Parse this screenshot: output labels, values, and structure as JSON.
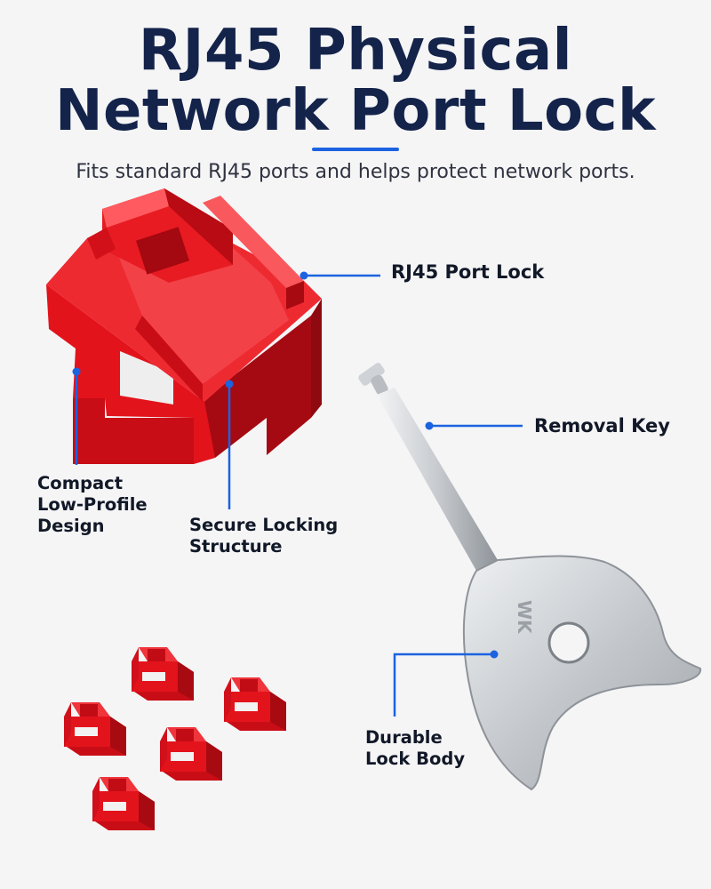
{
  "header": {
    "title_line1": "RJ45 Physical",
    "title_line2": "Network Port Lock",
    "subtitle": "Fits standard RJ45 ports and helps protect network ports."
  },
  "callouts": {
    "port_lock": "RJ45 Port Lock",
    "removal_key": "Removal Key",
    "compact": "Compact\nLow-Profile\nDesign",
    "secure": "Secure Locking\nStructure",
    "durable": "Durable\nLock Body"
  },
  "key": {
    "engraving": "WK"
  },
  "colors": {
    "title": "#14234a",
    "accent": "#1b63e0",
    "lock_red": "#e3131c",
    "key_silver": "#c9ccd0",
    "background": "#f5f5f6"
  }
}
